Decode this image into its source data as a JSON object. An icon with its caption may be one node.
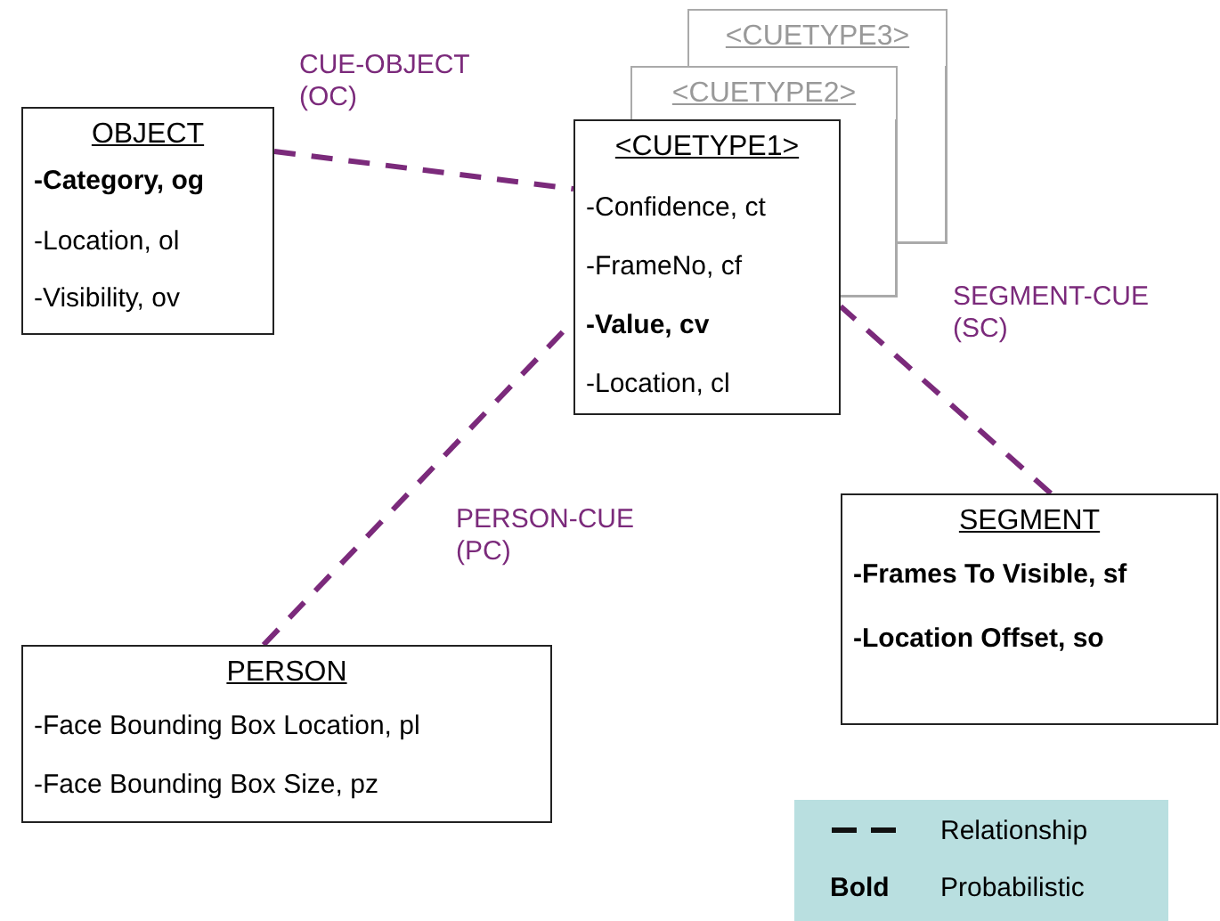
{
  "diagram": {
    "nodes": [
      {
        "text": [
          "OBJECT",
          "**-Category, og**",
          "-Location, ol",
          "-Visibility, ov"
        ]
      },
      {
        "text": [
          "<CUETYPE3>"
        ]
      },
      {
        "text": [
          "<CUETYPE2>"
        ]
      },
      {
        "text": [
          "<CUETYPE1>",
          "-Confidence, ct",
          "-FrameNo, cf",
          "**-Value, cv**",
          "-Location, cl"
        ]
      },
      {
        "text": [
          "SEGMENT",
          "**-Frames To Visible, sf**",
          "**-Location Offset, so**"
        ]
      },
      {
        "text": [
          "PERSON",
          "-Face Bounding Box Location, pl",
          "-Face Bounding Box Size, pz"
        ]
      }
    ],
    "edges": [
      {
        "from": 0,
        "to": 3,
        "arrow": "none",
        "label": "CUE-OBJECT (OC)",
        "style": "dashed"
      },
      {
        "from": 4,
        "to": 3,
        "arrow": "none",
        "label": "SEGMENT-CUE (SC)",
        "style": "dashed"
      },
      {
        "from": 5,
        "to": 3,
        "arrow": "none",
        "label": "PERSON-CUE (PC)",
        "style": "dashed"
      }
    ],
    "labels": [
      "Bold"
    ],
    "legend": [
      {
        "text": "Relationship"
      },
      {
        "text": "Probabilistic"
      }
    ]
  }
}
